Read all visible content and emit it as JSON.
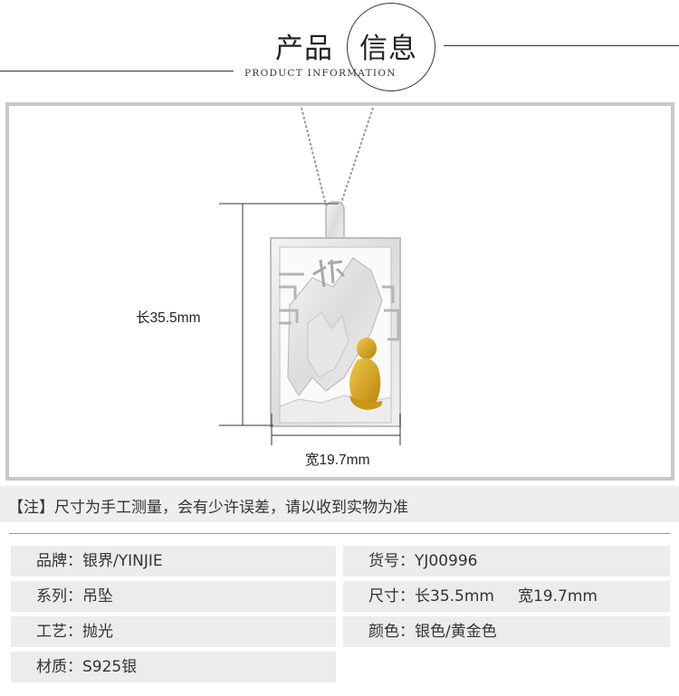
{
  "header": {
    "title_part1": "产品",
    "title_part2": "信息",
    "subtitle": "PRODUCT INFORMATION"
  },
  "dimensions": {
    "length_label": "长35.5mm",
    "width_label": "宽19.7mm"
  },
  "note": {
    "text": "【注】尺寸为手工测量，会有少许误差，请以收到实物为准"
  },
  "info": {
    "brand_label": "品牌：",
    "brand_value": "银界/YINJIE",
    "item_no_label": "货号：",
    "item_no_value": "YJ00996",
    "series_label": "系列：",
    "series_value": "吊坠",
    "size_label": "尺寸：",
    "size_length": "长35.5mm",
    "size_width": "宽19.7mm",
    "craft_label": "工艺：",
    "craft_value": "抛光",
    "color_label": "颜色：",
    "color_value": "银色/黄金色",
    "material_label": "材质：",
    "material_value": "S925银"
  },
  "colors": {
    "silver": "#e4e4e4",
    "gold": "#d4a020",
    "cell_bg": "#ececec"
  }
}
